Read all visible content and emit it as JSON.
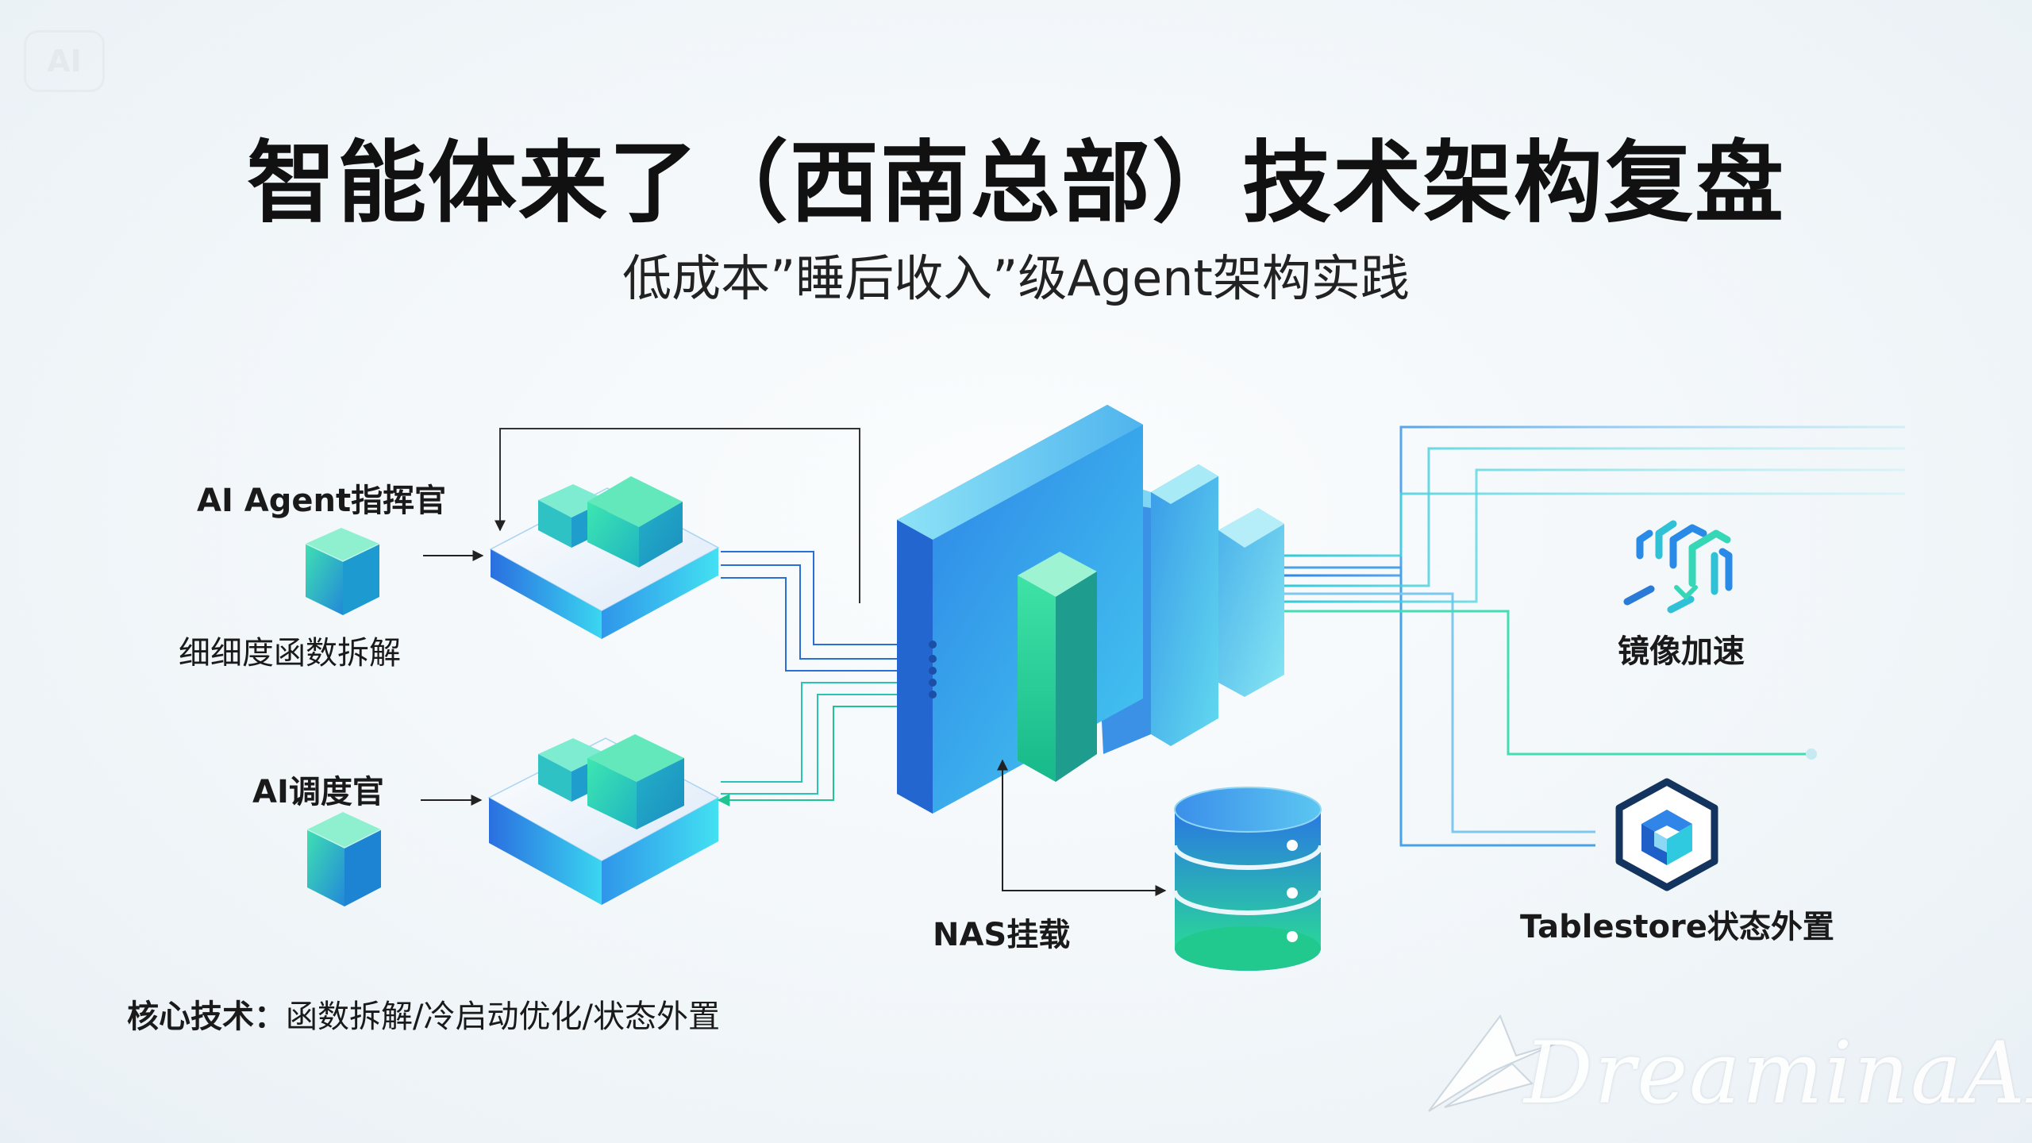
{
  "badge": "AI",
  "title": "智能体来了（西南总部）技术架构复盘",
  "subtitle": "低成本”睡后收入”级Agent架构实践",
  "commander": {
    "title": "AI Agent指挥官",
    "caption": "细细度函数拆解"
  },
  "scheduler": {
    "title": "AI调度官"
  },
  "nas_label": "NAS挂载",
  "mirror_label": "镜像加速",
  "tablestore_label": "Tablestore状态外置",
  "core_tech": {
    "label": "核心技术：",
    "text": "函数拆解/冷启动优化/状态外置"
  },
  "watermark": "DreaminaAI",
  "colors": {
    "blue": "#2f86e8",
    "green": "#2fe09a",
    "teal": "#39c9e0",
    "navy": "#13345e"
  }
}
